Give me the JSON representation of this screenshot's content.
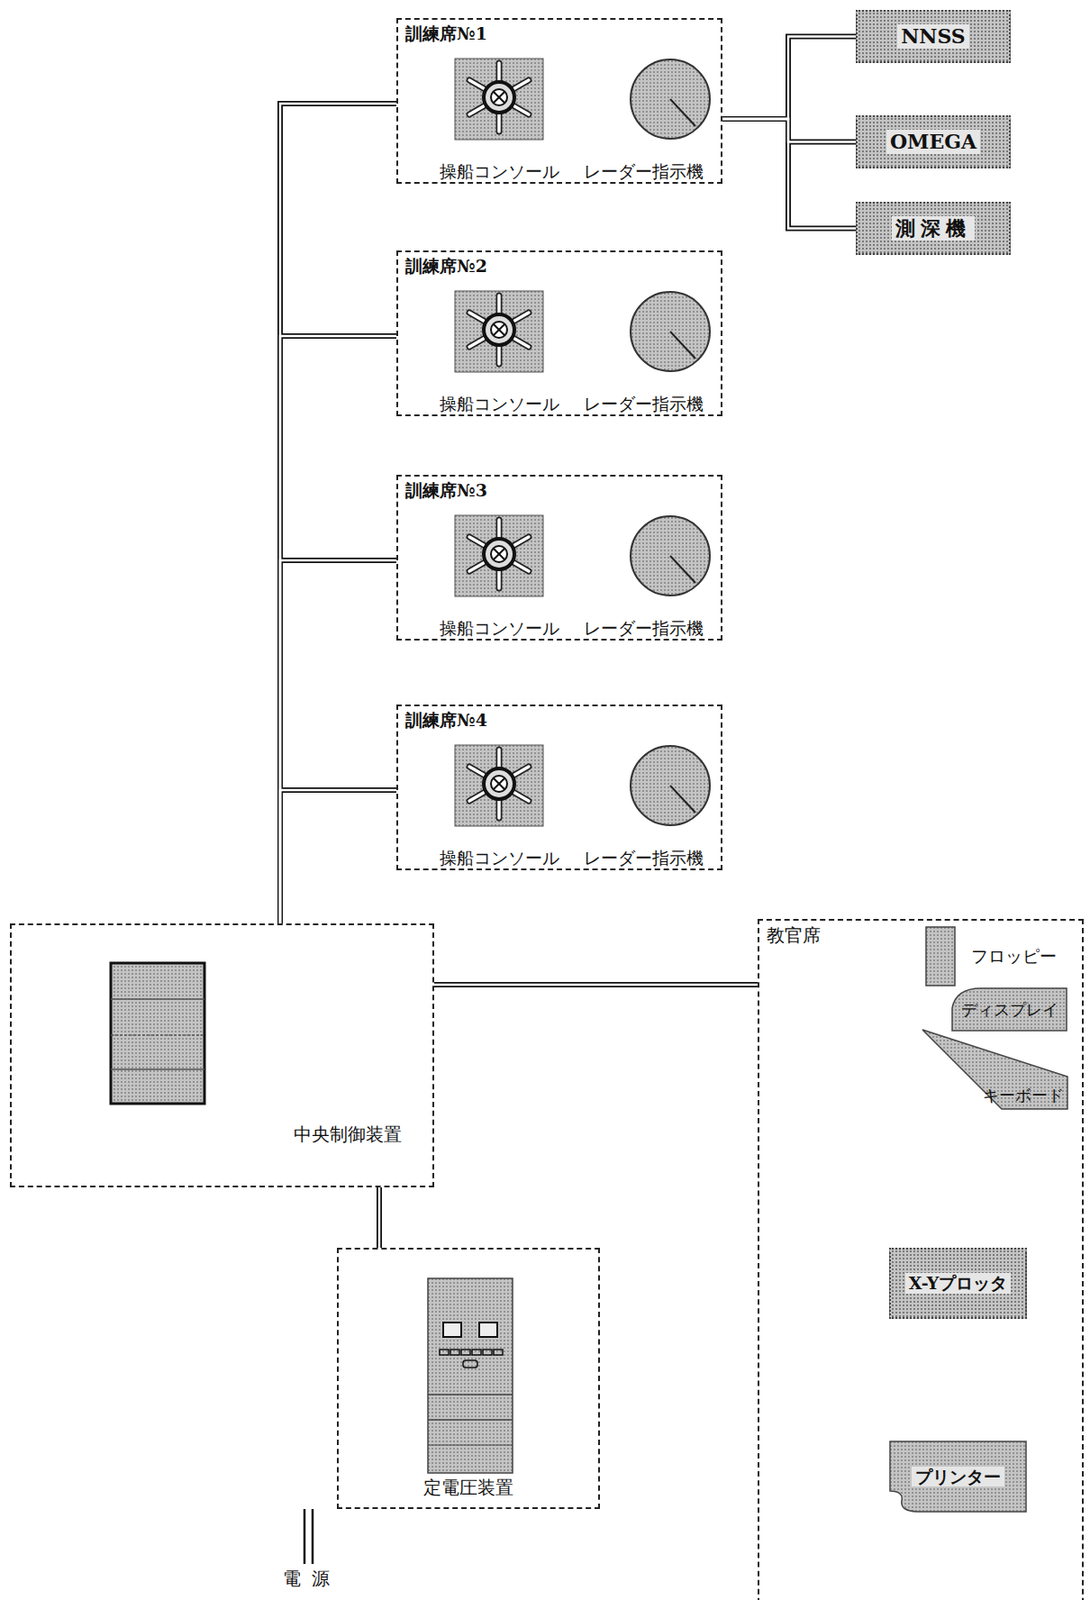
{
  "diagram": {
    "nodes": [
      {
        "text": [
          "訓練席№1"
        ]
      },
      {
        "text": [
          "操船コンソール"
        ],
        "in": 0
      },
      {
        "text": [
          "レーダー指示機"
        ],
        "in": 0
      },
      {
        "text": [
          "NNSS"
        ]
      },
      {
        "text": [
          "OMEGA"
        ]
      },
      {
        "text": [
          "測深機"
        ]
      },
      {
        "text": [
          "訓練席№2"
        ]
      },
      {
        "text": [
          "操船コンソール"
        ],
        "in": 6
      },
      {
        "text": [
          "レーダー指示機"
        ],
        "in": 6
      },
      {
        "text": [
          "訓練席№3"
        ]
      },
      {
        "text": [
          "操船コンソール"
        ],
        "in": 9
      },
      {
        "text": [
          "レーダー指示機"
        ],
        "in": 9
      },
      {
        "text": [
          "訓練席№4"
        ]
      },
      {
        "text": [
          "操船コンソール"
        ],
        "in": 12
      },
      {
        "text": [
          "レーダー指示機"
        ],
        "in": 12
      },
      {
        "text": [
          "中央制御装置"
        ]
      },
      {
        "text": [
          "教官席"
        ]
      },
      {
        "text": [
          "フロッピー"
        ],
        "in": 16
      },
      {
        "text": [
          "ディスプレイ"
        ],
        "in": 16
      },
      {
        "text": [
          "キーボード"
        ],
        "in": 16
      },
      {
        "text": [
          "X-Yプロッタ"
        ],
        "in": 16
      },
      {
        "text": [
          "プリンター"
        ],
        "in": 16
      },
      {
        "text": [
          "定電圧装置"
        ]
      }
    ],
    "edges": [
      {
        "from": 15,
        "to": 0,
        "arrow": "none"
      },
      {
        "from": 15,
        "to": 6,
        "arrow": "none"
      },
      {
        "from": 15,
        "to": 9,
        "arrow": "none"
      },
      {
        "from": 15,
        "to": 12,
        "arrow": "none"
      },
      {
        "from": 0,
        "to": 3,
        "arrow": "none"
      },
      {
        "from": 0,
        "to": 4,
        "arrow": "none"
      },
      {
        "from": 0,
        "to": 5,
        "arrow": "none"
      },
      {
        "from": 15,
        "to": 16,
        "arrow": "none"
      },
      {
        "from": 15,
        "to": 22,
        "arrow": "none"
      }
    ],
    "labels": [
      "電源"
    ]
  }
}
